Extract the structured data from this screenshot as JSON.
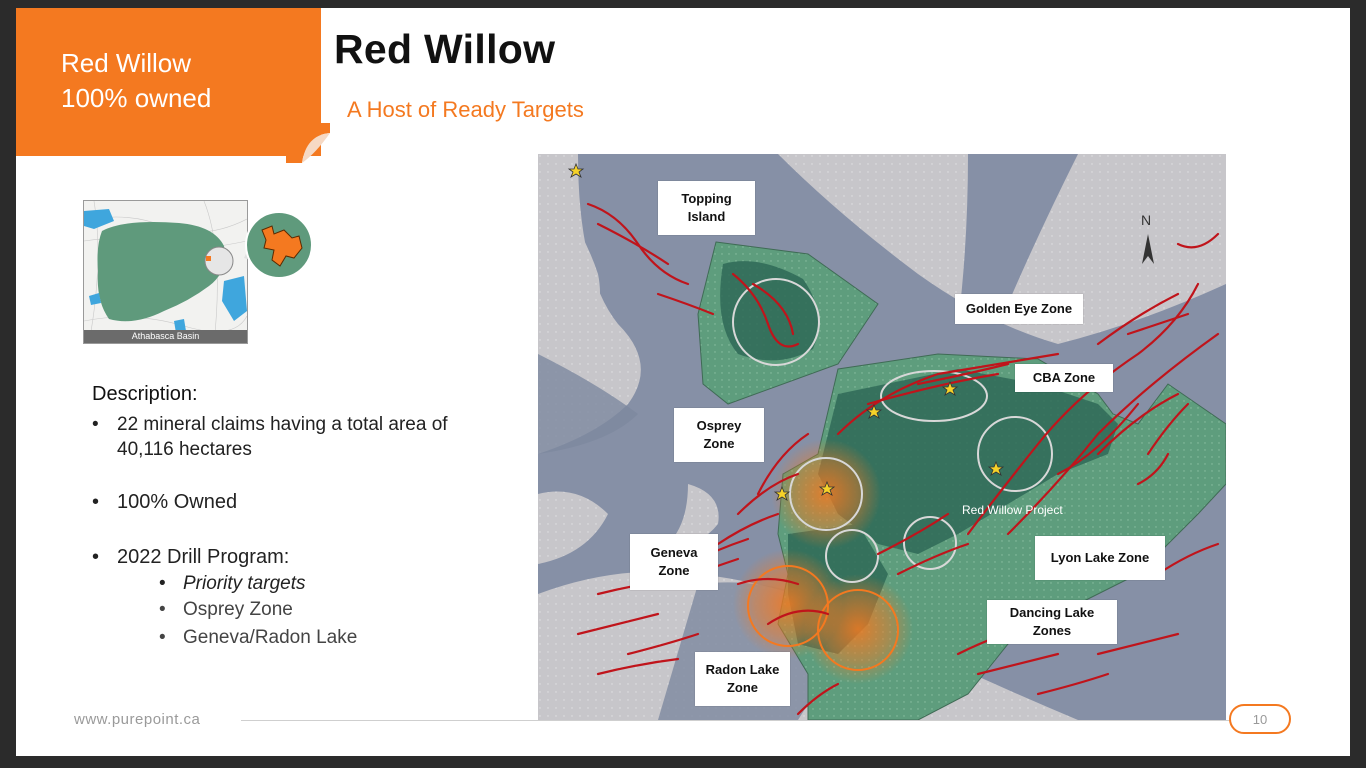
{
  "tab": {
    "line1": "Red Willow",
    "line2": "100% owned"
  },
  "header": {
    "title": "Red Willow",
    "subtitle": "A Host of Ready Targets"
  },
  "inset_map": {
    "label": "Athabasca Basin"
  },
  "description": {
    "heading": "Description:",
    "bullets": [
      {
        "line1": "22 mineral claims having a total area of",
        "line2": "40,116 hectares"
      },
      {
        "text": "100% Owned"
      },
      {
        "text": "2022 Drill Program:"
      }
    ],
    "sub_bullets": [
      "Priority targets",
      "Osprey Zone",
      "Geneva/Radon Lake"
    ]
  },
  "map": {
    "project_label": "Red Willow Project",
    "north": "N",
    "callouts": {
      "topping": {
        "line1": "Topping",
        "line2": "Island"
      },
      "golden_eye": "Golden Eye Zone",
      "cba": "CBA Zone",
      "osprey": {
        "line1": "Osprey",
        "line2": "Zone"
      },
      "geneva": {
        "line1": "Geneva",
        "line2": "Zone"
      },
      "lyon_lake": "Lyon Lake Zone",
      "dancing_lake": {
        "line1": "Dancing Lake",
        "line2": "Zones"
      },
      "radon_lake": {
        "line1": "Radon Lake",
        "line2": "Zone"
      }
    }
  },
  "footer": {
    "url": "www.purepoint.ca",
    "page": "10"
  },
  "colors": {
    "accent": "#f47920",
    "claims": "#5f9a7c",
    "conductors": "#c0141b",
    "water": "#8a94a8"
  }
}
